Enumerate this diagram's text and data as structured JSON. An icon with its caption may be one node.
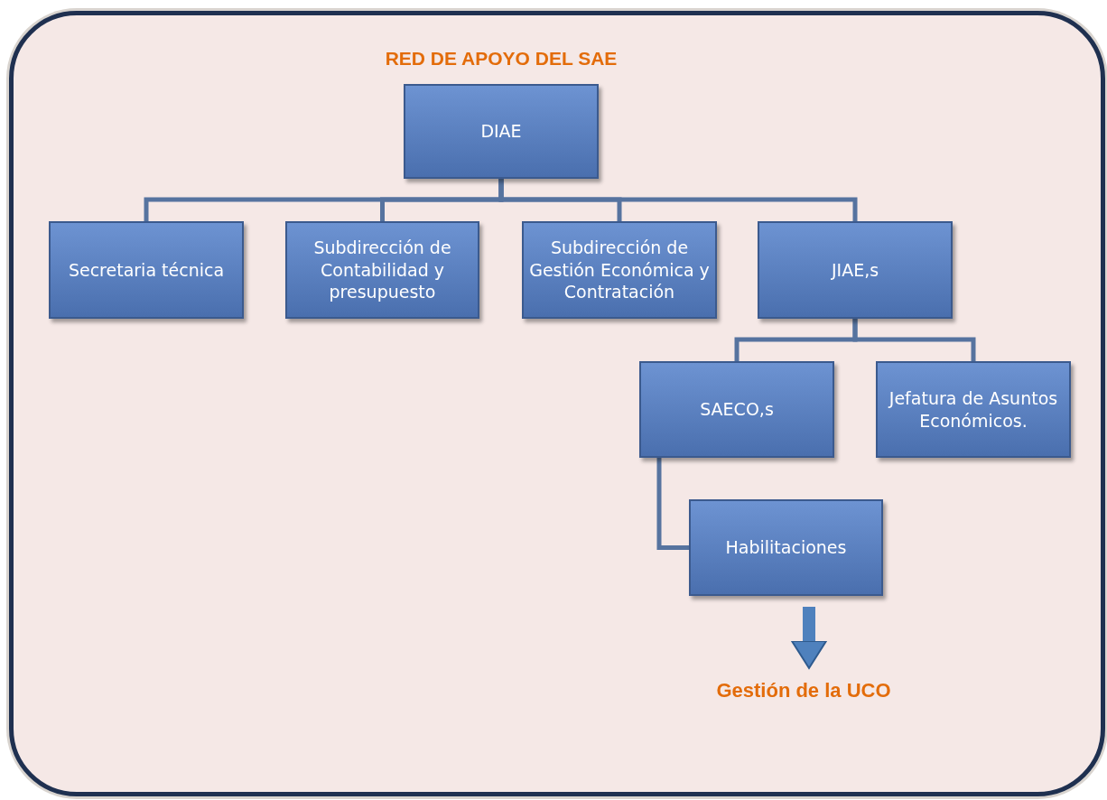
{
  "diagram": {
    "nodes": [
      {
        "text": [
          "RED DE APOYO DEL SAE"
        ]
      },
      {
        "text": [
          "DIAE"
        ],
        "in": 0
      },
      {
        "text": [
          "Secretaria técnica"
        ],
        "in": 0
      },
      {
        "text": [
          "Subdirección de Contabilidad y presupuesto"
        ],
        "in": 0
      },
      {
        "text": [
          "Subdirección de Gestión Económica y Contratación"
        ],
        "in": 0
      },
      {
        "text": [
          "JIAE,s"
        ],
        "in": 0
      },
      {
        "text": [
          "SAECO,s"
        ],
        "in": 0
      },
      {
        "text": [
          "Jefatura de Asuntos Económicos."
        ],
        "in": 0
      },
      {
        "text": [
          "Habilitaciones"
        ],
        "in": 0
      },
      {
        "text": [
          "Gestión de la UCO"
        ],
        "in": 0
      }
    ],
    "edges": [
      {
        "from": 1,
        "to": 2,
        "arrow": "none"
      },
      {
        "from": 1,
        "to": 3,
        "arrow": "none"
      },
      {
        "from": 1,
        "to": 4,
        "arrow": "none"
      },
      {
        "from": 1,
        "to": 5,
        "arrow": "none"
      },
      {
        "from": 5,
        "to": 6,
        "arrow": "none"
      },
      {
        "from": 5,
        "to": 7,
        "arrow": "none"
      },
      {
        "from": 6,
        "to": 8,
        "arrow": "none"
      },
      {
        "from": 8,
        "to": 9,
        "arrow": "to",
        "style": "thick"
      }
    ]
  }
}
